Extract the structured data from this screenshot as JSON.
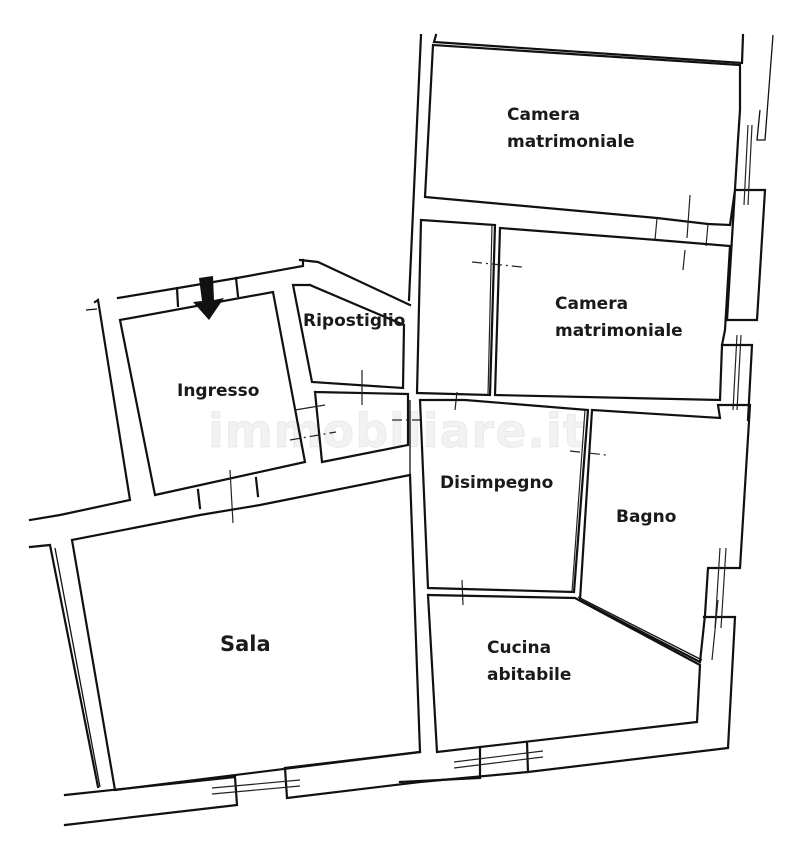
{
  "plan": {
    "type": "floor-plan",
    "entrance_marker": "down-arrow",
    "rooms": [
      {
        "id": "camera-1",
        "lines": [
          "Camera",
          "matrimoniale"
        ]
      },
      {
        "id": "camera-2",
        "lines": [
          "Camera",
          "matrimoniale"
        ]
      },
      {
        "id": "ripostiglio",
        "lines": [
          "Ripostiglio"
        ]
      },
      {
        "id": "ingresso",
        "lines": [
          "Ingresso"
        ]
      },
      {
        "id": "disimpegno",
        "lines": [
          "Disimpegno"
        ]
      },
      {
        "id": "bagno",
        "lines": [
          "Bagno"
        ]
      },
      {
        "id": "sala",
        "lines": [
          "Sala"
        ]
      },
      {
        "id": "cucina",
        "lines": [
          "Cucina",
          "abitabile"
        ]
      }
    ]
  },
  "watermark": {
    "text": "immobiliare.it"
  },
  "colors": {
    "background": "#ffffff",
    "lines": "#111111"
  }
}
